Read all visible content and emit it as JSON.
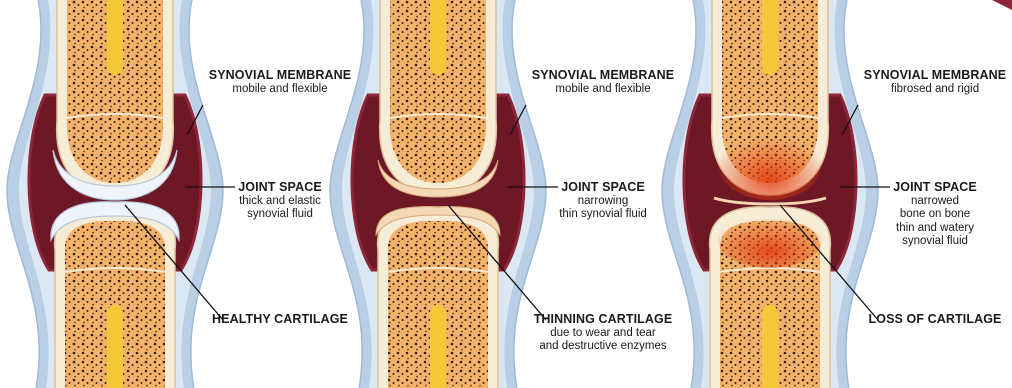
{
  "colors": {
    "capsule_outer": "#b8cfe6",
    "capsule_inner": "#dbe8f4",
    "synovial_dark": "#6e1726",
    "synovial_mid": "#8e2538",
    "bone_cortex": "#f7ecd5",
    "bone_marrow": "#f2b26a",
    "bone_pores": "#3a1e10",
    "marrow_yellow": "#f5c83a",
    "cartilage_healthy": "#eef4fa",
    "cartilage_thin": "#f4d9b6",
    "inflamed": "#e64a1a",
    "leader": "#111111"
  },
  "panels": [
    {
      "id": "healthy",
      "stage": "healthy",
      "membrane": {
        "title": "SYNOVIAL MEMBRANE",
        "desc": [
          "mobile and flexible"
        ]
      },
      "joint_space": {
        "title": "JOINT SPACE",
        "desc": [
          "thick and elastic",
          "synovial fluid"
        ]
      },
      "cartilage": {
        "title": "HEALTHY CARTILAGE",
        "desc": []
      }
    },
    {
      "id": "thinning",
      "stage": "thinning",
      "membrane": {
        "title": "SYNOVIAL MEMBRANE",
        "desc": [
          "mobile and flexible"
        ]
      },
      "joint_space": {
        "title": "JOINT SPACE",
        "desc": [
          "narrowing",
          "thin synovial fluid"
        ]
      },
      "cartilage": {
        "title": "THINNING CARTILAGE",
        "desc": [
          "due to wear and tear",
          "and destructive enzymes"
        ]
      }
    },
    {
      "id": "loss",
      "stage": "loss",
      "membrane": {
        "title": "SYNOVIAL MEMBRANE",
        "desc": [
          "fibrosed and rigid"
        ]
      },
      "joint_space": {
        "title": "JOINT SPACE",
        "desc": [
          "narrowed",
          "bone on bone",
          "thin and watery",
          "synovial fluid"
        ]
      },
      "cartilage": {
        "title": "LOSS OF CARTILAGE",
        "desc": []
      }
    }
  ]
}
